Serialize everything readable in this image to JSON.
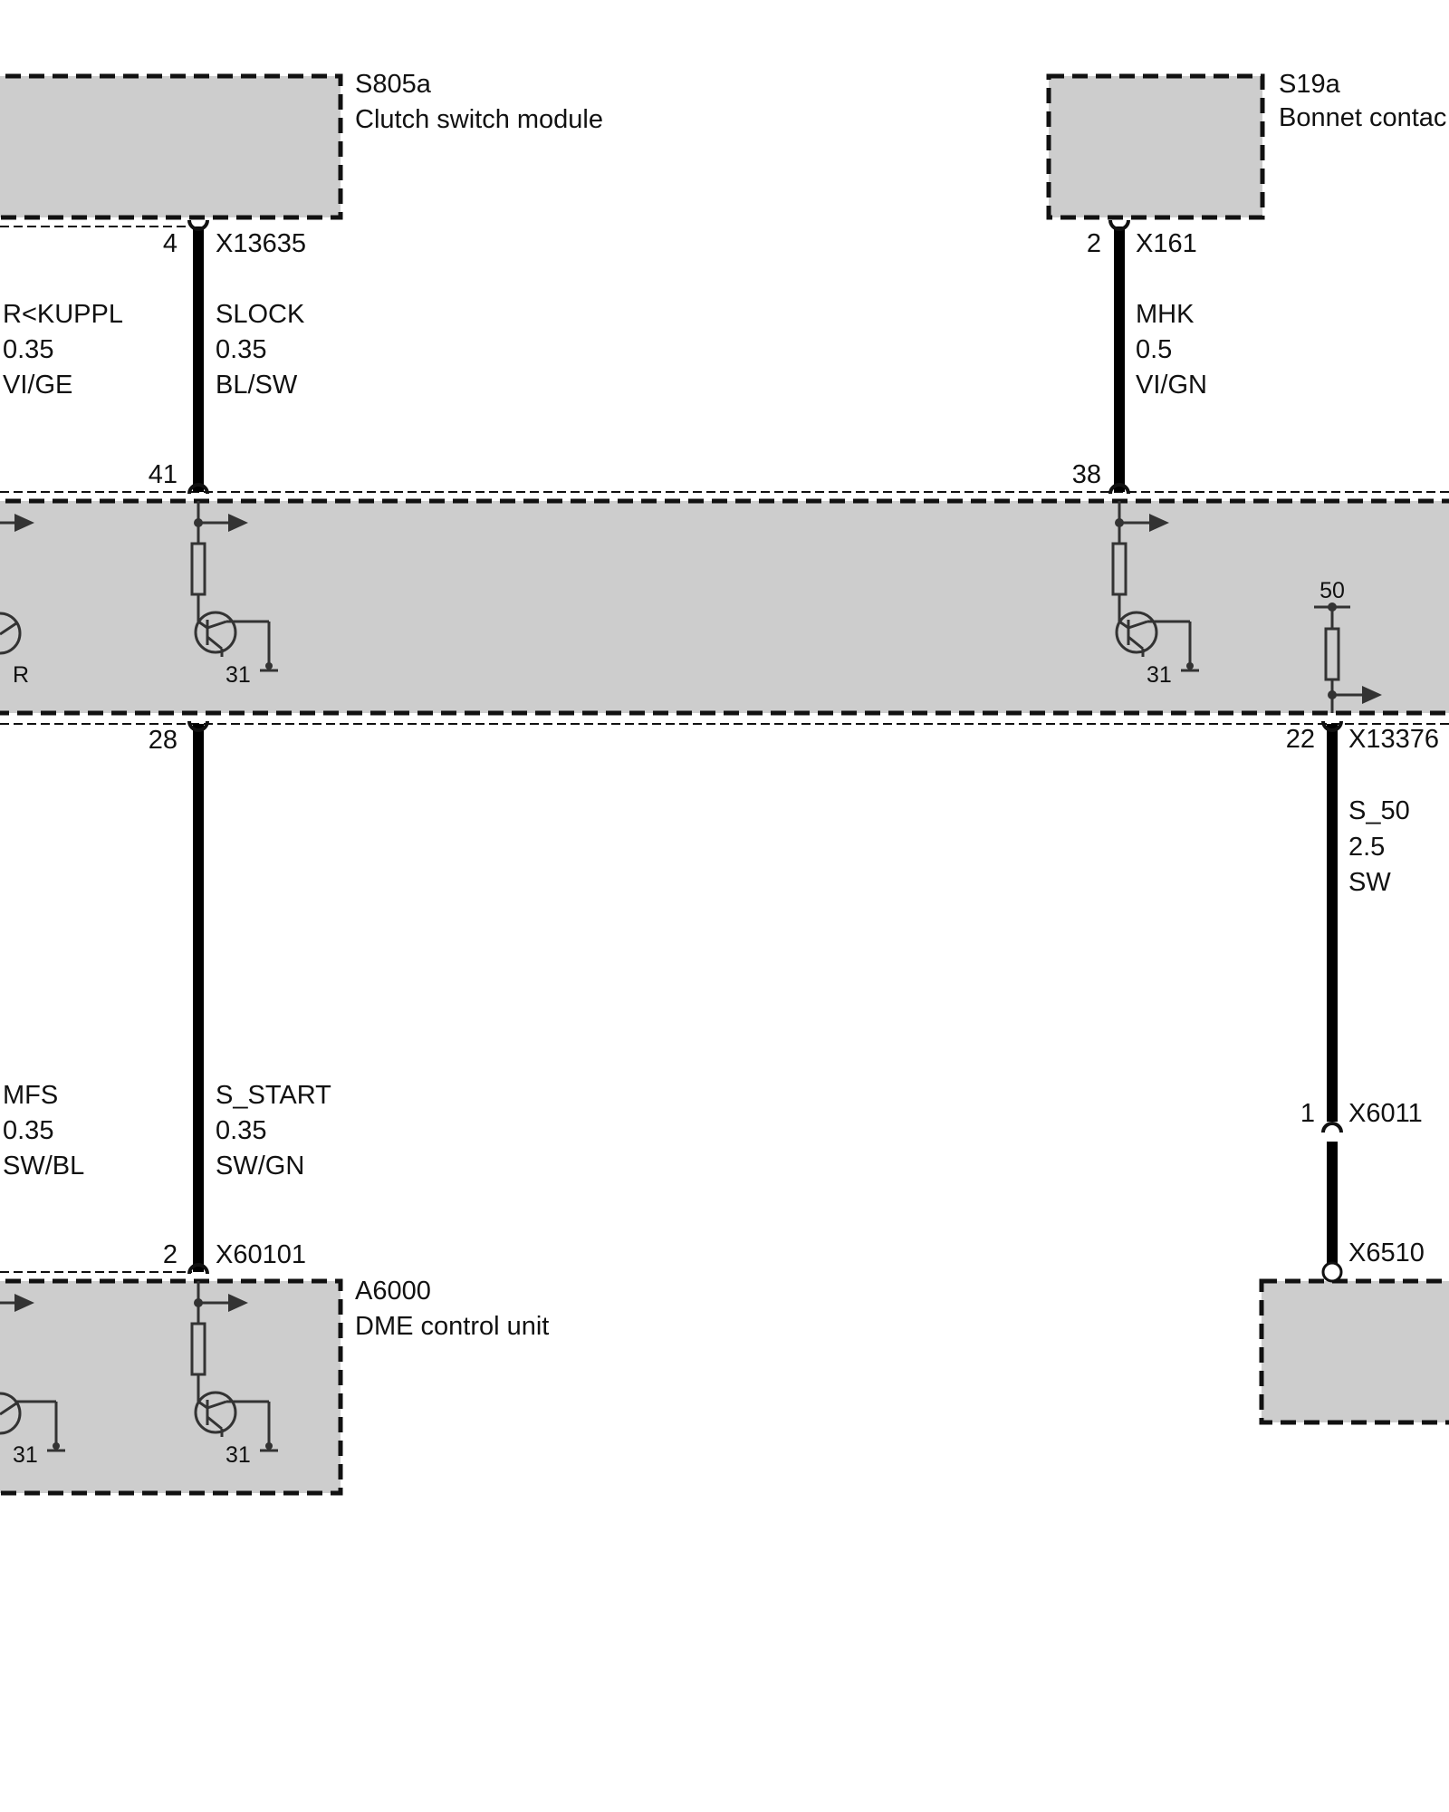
{
  "components": {
    "clutch": {
      "id": "S805a",
      "name": "Clutch switch module"
    },
    "bonnet": {
      "id": "S19a",
      "name": "Bonnet contac"
    },
    "dme": {
      "id": "A6000",
      "name": "DME control unit"
    }
  },
  "connectors": {
    "x13635": {
      "pin": "4",
      "name": "X13635"
    },
    "x161": {
      "pin": "2",
      "name": "X161"
    },
    "x13376": {
      "pin": "22",
      "name": "X13376"
    },
    "x6011": {
      "pin": "1",
      "name": "X6011"
    },
    "x6510": {
      "name": "X6510"
    },
    "x60101": {
      "pin": "2",
      "name": "X60101"
    }
  },
  "module_pins": {
    "p41": "41",
    "p38": "38",
    "p28": "28",
    "p50": "50"
  },
  "wires": {
    "kuppl": {
      "signal": "R<KUPPL",
      "size": "0.35",
      "color": "VI/GE"
    },
    "slock": {
      "signal": "SLOCK",
      "size": "0.35",
      "color": "BL/SW"
    },
    "mhk": {
      "signal": "MHK",
      "size": "0.5",
      "color": "VI/GN"
    },
    "s50": {
      "signal": "S_50",
      "size": "2.5",
      "color": "SW"
    },
    "mfs": {
      "signal": "MFS",
      "size": "0.35",
      "color": "SW/BL"
    },
    "sstart": {
      "signal": "S_START",
      "size": "0.35",
      "color": "SW/GN"
    }
  },
  "ground_labels": {
    "g1": "31",
    "g2": "31",
    "g3": "31",
    "g4": "31"
  },
  "partial_label": "R",
  "colors": {
    "fill": "#cdcdcd",
    "line": "#000000"
  }
}
